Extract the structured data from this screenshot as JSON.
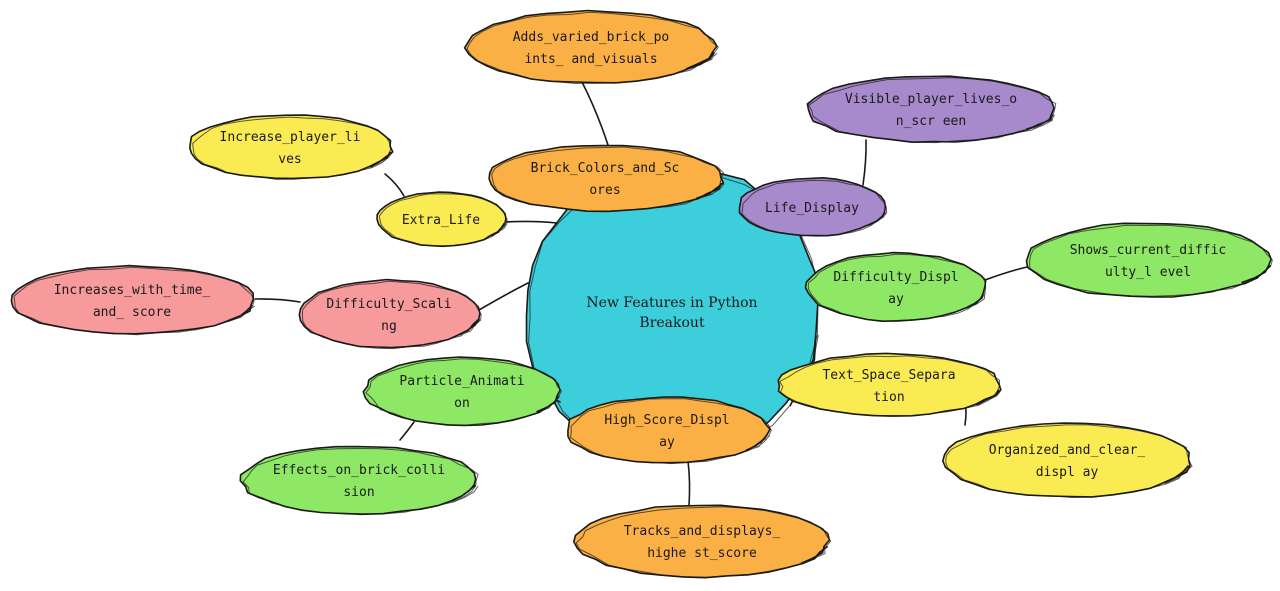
{
  "diagram": {
    "center": {
      "id": "center",
      "lines": [
        "New Features in Python",
        "Breakout"
      ],
      "color": "#3dcedb"
    },
    "nodes": [
      {
        "id": "brick-colors",
        "lines": [
          "Brick_Colors_and_Sc",
          "ores"
        ],
        "color": "#fbb045"
      },
      {
        "id": "brick-colors-detail",
        "lines": [
          "Adds_varied_brick_po",
          "ints_ and_visuals"
        ],
        "color": "#fbb045"
      },
      {
        "id": "life-display",
        "lines": [
          "Life_Display"
        ],
        "color": "#a78acb"
      },
      {
        "id": "life-display-detail",
        "lines": [
          "Visible_player_lives_o",
          "n_scr een"
        ],
        "color": "#a78acb"
      },
      {
        "id": "extra-life",
        "lines": [
          "Extra_Life"
        ],
        "color": "#fbeb52"
      },
      {
        "id": "extra-life-detail",
        "lines": [
          "Increase_player_li",
          "ves"
        ],
        "color": "#fbeb52"
      },
      {
        "id": "difficulty-display",
        "lines": [
          "Difficulty_Displ",
          "ay"
        ],
        "color": "#8ee865"
      },
      {
        "id": "difficulty-display-detail",
        "lines": [
          "Shows_current_diffic",
          "ulty_l evel"
        ],
        "color": "#8ee865"
      },
      {
        "id": "difficulty-scaling",
        "lines": [
          "Difficulty_Scali",
          "ng"
        ],
        "color": "#f79a9c"
      },
      {
        "id": "difficulty-scaling-detail",
        "lines": [
          "Increases_with_time_",
          "and_ score"
        ],
        "color": "#f79a9c"
      },
      {
        "id": "text-space",
        "lines": [
          "Text_Space_Separa",
          "tion"
        ],
        "color": "#fbeb52"
      },
      {
        "id": "text-space-detail",
        "lines": [
          "Organized_and_clear_",
          "displ ay"
        ],
        "color": "#fbeb52"
      },
      {
        "id": "particle-animation",
        "lines": [
          "Particle_Animati",
          "on"
        ],
        "color": "#8ee865"
      },
      {
        "id": "particle-animation-detail",
        "lines": [
          "Effects_on_brick_colli",
          "sion"
        ],
        "color": "#8ee865"
      },
      {
        "id": "high-score",
        "lines": [
          "High_Score_Displ",
          "ay"
        ],
        "color": "#fbb045"
      },
      {
        "id": "high-score-detail",
        "lines": [
          "Tracks_and_displays_",
          "highe st_score"
        ],
        "color": "#fbb045"
      }
    ]
  }
}
